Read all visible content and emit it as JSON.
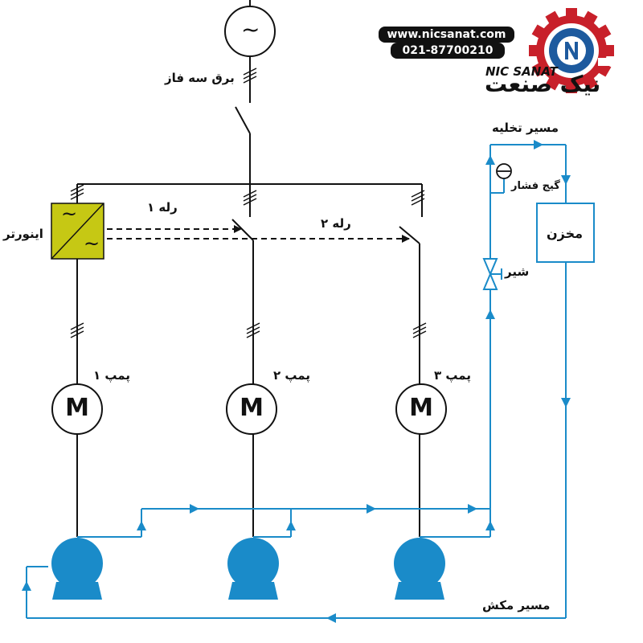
{
  "supply": {
    "label": "برق سه فاز",
    "symbol": "~"
  },
  "inverter": {
    "label": "اینورتر",
    "symbol_top": "~",
    "symbol_bottom": "~"
  },
  "relays": [
    {
      "label": "رله ۱"
    },
    {
      "label": "رله ۲"
    }
  ],
  "pumps": [
    {
      "label": "پمپ ۱",
      "motor": "M"
    },
    {
      "label": "پمپ ۲",
      "motor": "M"
    },
    {
      "label": "پمپ ۳",
      "motor": "M"
    }
  ],
  "hydraulics": {
    "discharge_label": "مسیر تخلیه",
    "suction_label": "مسیر مکش",
    "gauge_label": "گیج فشار",
    "valve_label": "شیر",
    "tank_label": "مخزن"
  },
  "branding": {
    "website": "www.nicsanat.com",
    "phone": "021-87700210",
    "name_en": "NIC SANAT",
    "name_fa": "نیک صنعت"
  },
  "colors": {
    "line": "#111111",
    "pipe": "#1a8bc9",
    "pump_body": "#1a8bc9",
    "inverter_fill": "#c6c814",
    "gear_red": "#c8202a",
    "logo_blue": "#1d5a9e"
  },
  "icons": {
    "supply": "ac-source-icon",
    "motor": "motor-icon",
    "pump": "centrifugal-pump-icon",
    "gauge": "pressure-gauge-icon",
    "valve": "valve-icon",
    "logo": "gear-logo-icon"
  }
}
